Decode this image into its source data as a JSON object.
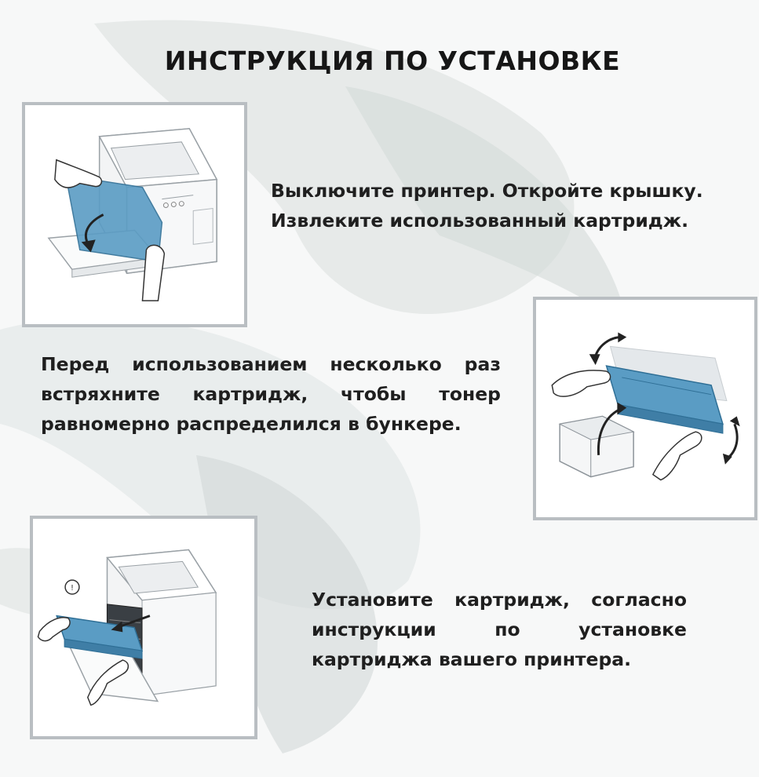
{
  "page": {
    "title": "ИНСТРУКЦИЯ ПО УСТАНОВКЕ"
  },
  "steps": [
    {
      "lines": [
        "Выключите принтер. Откройте крышку.",
        "Извлеките использованный картридж."
      ],
      "illustration_icon": "printer-open-cover-icon"
    },
    {
      "text": "Перед использованием несколько раз встряхните картридж, чтобы тонер равномерно распределился в бункере.",
      "illustration_icon": "shake-cartridge-icon"
    },
    {
      "text": "Установите картридж, согласно инструкции по установке картриджа вашего принтера.",
      "illustration_icon": "insert-cartridge-icon"
    }
  ],
  "colors": {
    "cartridge_blue": "#5a9cc4",
    "frame_border": "#b9bec2",
    "background": "#f7f8f8",
    "brush_stroke": "#d4dad9"
  }
}
